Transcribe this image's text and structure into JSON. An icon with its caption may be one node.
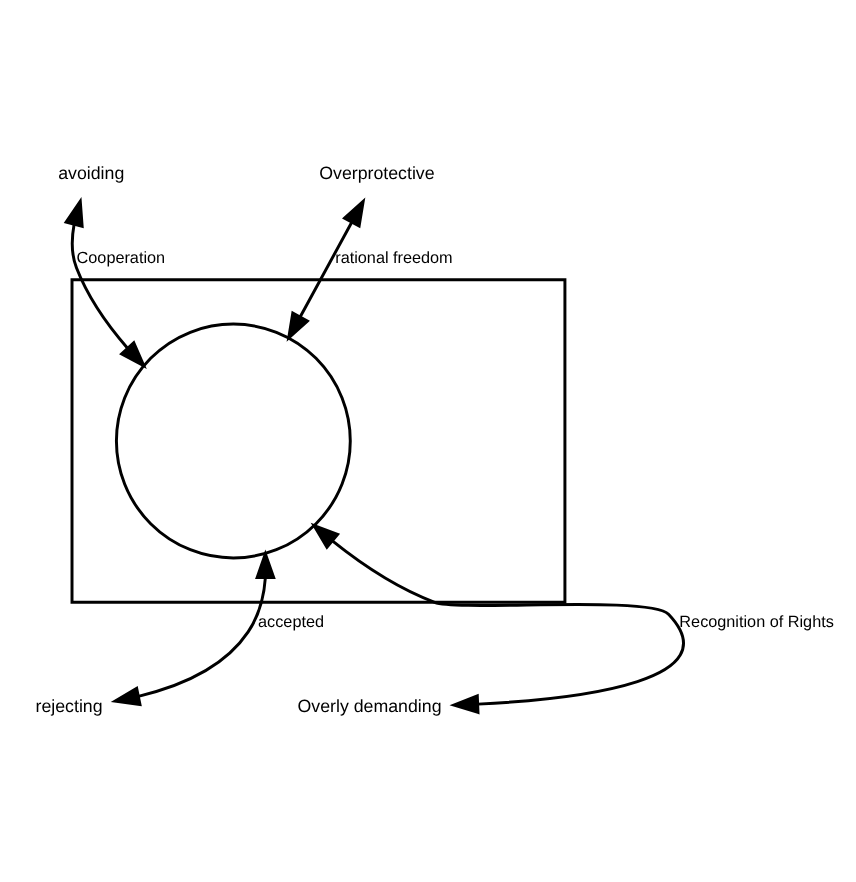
{
  "diagram": {
    "nodes": [
      {
        "text": [],
        "shape": "box"
      },
      {
        "text": [
          "avoiding"
        ]
      },
      {
        "text": [
          "Overprotective"
        ]
      },
      {
        "text": [],
        "shape": "circle",
        "in": 0
      },
      {
        "text": [
          "rejecting"
        ]
      },
      {
        "text": [
          "Overly demanding"
        ]
      }
    ],
    "edges": [
      {
        "from": 1,
        "to": 3,
        "arrow": "both",
        "label": "Cooperation"
      },
      {
        "from": 2,
        "to": 3,
        "arrow": "both",
        "label": "rational freedom"
      },
      {
        "from": 4,
        "to": 3,
        "arrow": "both",
        "label": "accepted"
      },
      {
        "from": 5,
        "to": 3,
        "arrow": "both",
        "label": "Recognition of Rights"
      }
    ]
  }
}
